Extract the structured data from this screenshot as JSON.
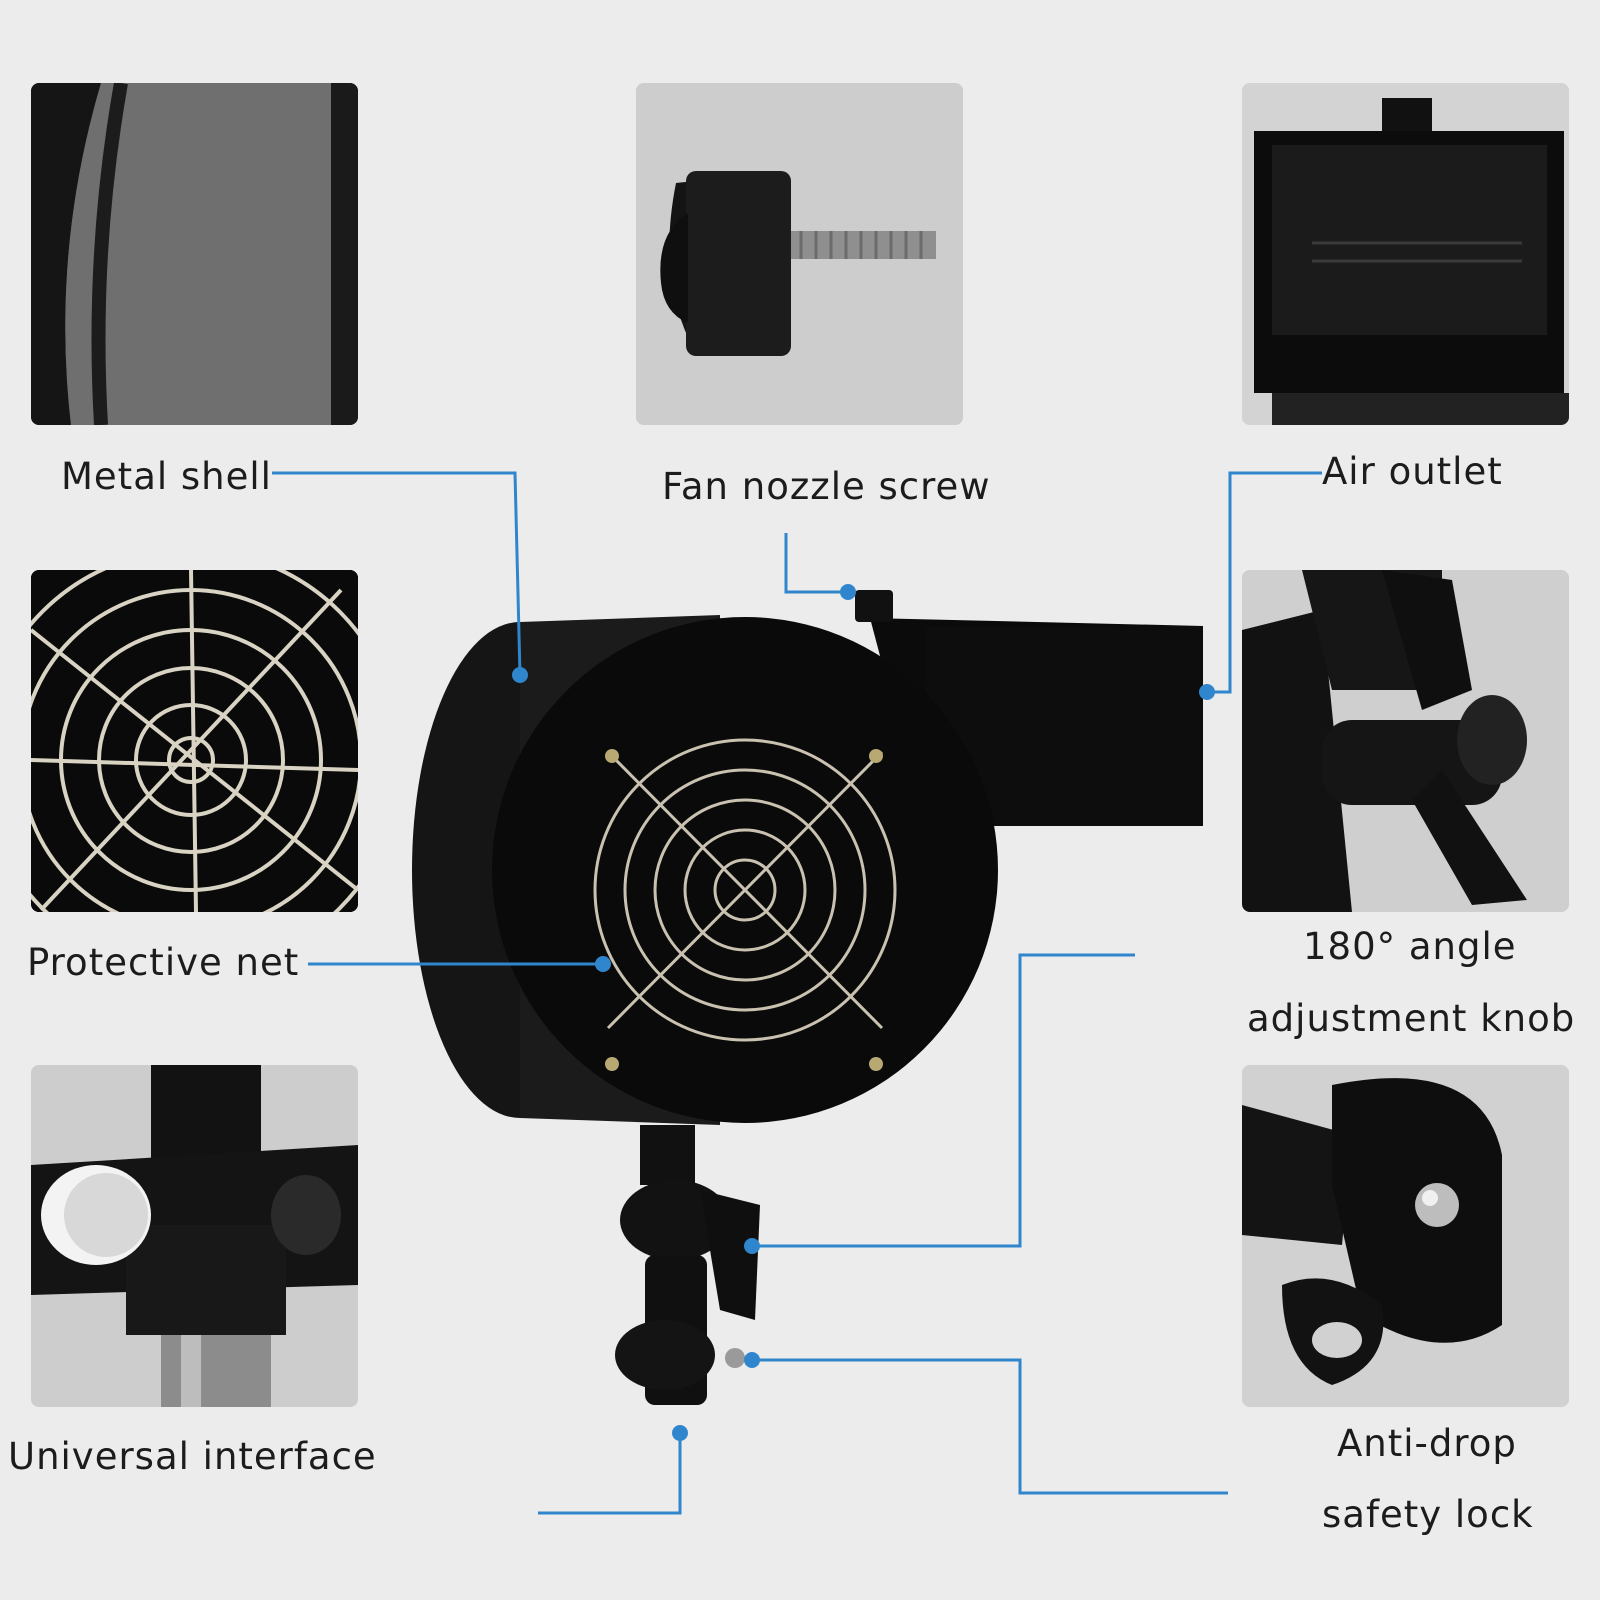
{
  "labels": {
    "metal_shell": "Metal shell",
    "fan_nozzle_screw": "Fan nozzle screw",
    "air_outlet": "Air outlet",
    "protective_net": "Protective net",
    "angle_line1": "180° angle",
    "angle_line2": "adjustment knob",
    "universal_interface": "Universal interface",
    "anti_drop_line1": "Anti-drop",
    "anti_drop_line2": "safety lock"
  },
  "colors": {
    "background": "#ececec",
    "callout_line": "#2f86cc",
    "product": "#0d0d0d",
    "text": "#1c1c1c"
  },
  "icons": {
    "panel_metal_shell": "metal-shell-closeup",
    "panel_screw": "thumb-screw",
    "panel_air_outlet": "air-outlet-box",
    "panel_protective_net": "fan-grill",
    "panel_angle_knob": "angle-knob",
    "panel_universal_interface": "stand-mount",
    "panel_anti_drop": "safety-lock-bracket"
  }
}
